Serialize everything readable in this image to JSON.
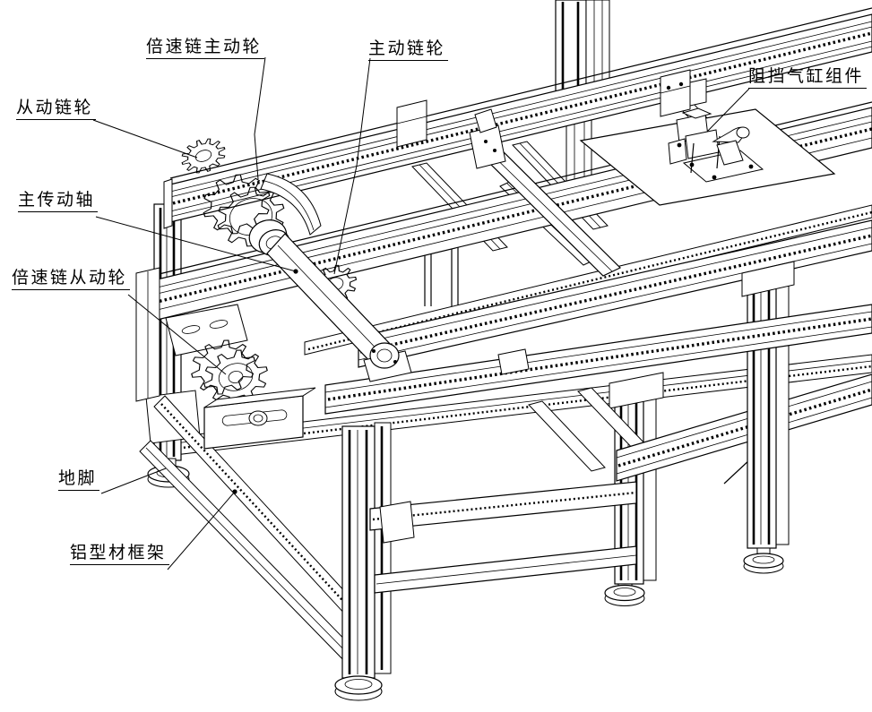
{
  "diagram": {
    "type": "engineering-isometric-drawing",
    "subject": "double-speed chain conveyor with aluminum profile frame",
    "colors": {
      "line": "#000000",
      "background": "#ffffff"
    },
    "labels": [
      {
        "name": "speed-chain-drive-wheel",
        "text": "倍速链主动轮"
      },
      {
        "name": "drive-sprocket",
        "text": "主动链轮"
      },
      {
        "name": "stop-cylinder-assembly",
        "text": "阻挡气缸组件"
      },
      {
        "name": "driven-sprocket",
        "text": "从动链轮"
      },
      {
        "name": "main-drive-shaft",
        "text": "主传动轴"
      },
      {
        "name": "speed-chain-driven-wheel",
        "text": "倍速链从动轮"
      },
      {
        "name": "foot-mount",
        "text": "地脚"
      },
      {
        "name": "aluminum-profile-frame",
        "text": "铝型材框架"
      }
    ]
  }
}
